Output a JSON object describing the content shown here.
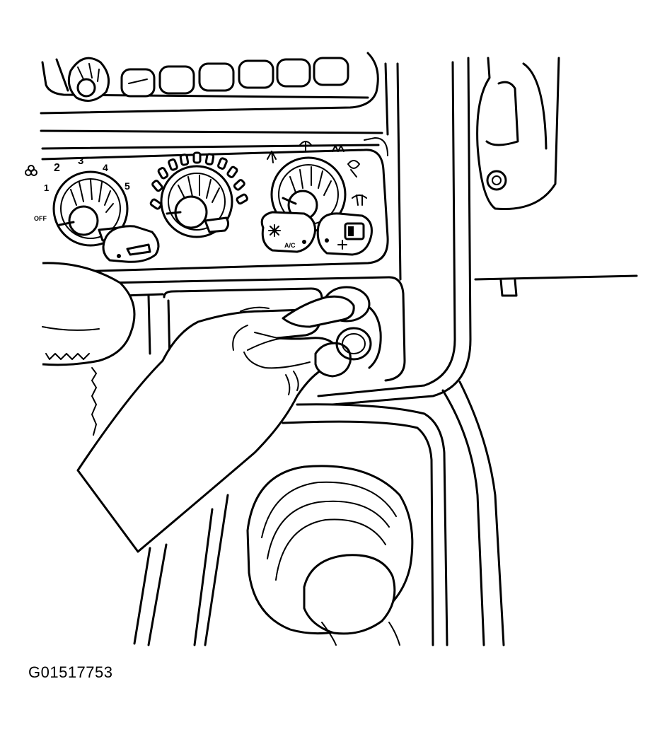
{
  "figure": {
    "id_label": "G01517753",
    "fan_dial": {
      "labels": [
        "OFF",
        "1",
        "2",
        "3",
        "4",
        "5"
      ]
    },
    "mode_dial": {
      "labels": [
        "A/C"
      ]
    }
  },
  "colors": {
    "line": "#000000",
    "background": "#ffffff"
  }
}
